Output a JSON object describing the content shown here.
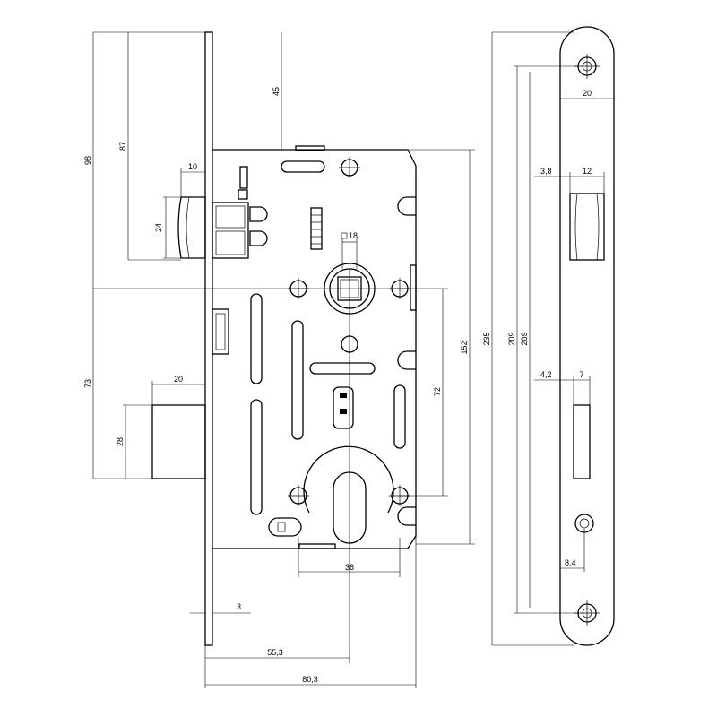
{
  "diagram": {
    "type": "technical-drawing",
    "subject": "mortise lock",
    "views": [
      "side-view",
      "faceplate-front-view"
    ]
  },
  "dimensions": {
    "d98": "98",
    "d87": "87",
    "d45": "45",
    "d10": "10",
    "d24": "24",
    "d18": "18",
    "d73": "73",
    "d20_bolt": "20",
    "d28": "28",
    "d72": "72",
    "d152": "152",
    "d38": "38",
    "d3": "3",
    "d55_3": "55,3",
    "d80_3": "80,3",
    "d235": "235",
    "d209_outer": "209",
    "d209_inner": "209",
    "d20_plate": "20",
    "d3_8": "3,8",
    "d12": "12",
    "d4_2": "4,2",
    "d7": "7",
    "d8_4": "8,4"
  },
  "symbols": {
    "square_spindle": "square-spindle-symbol"
  }
}
